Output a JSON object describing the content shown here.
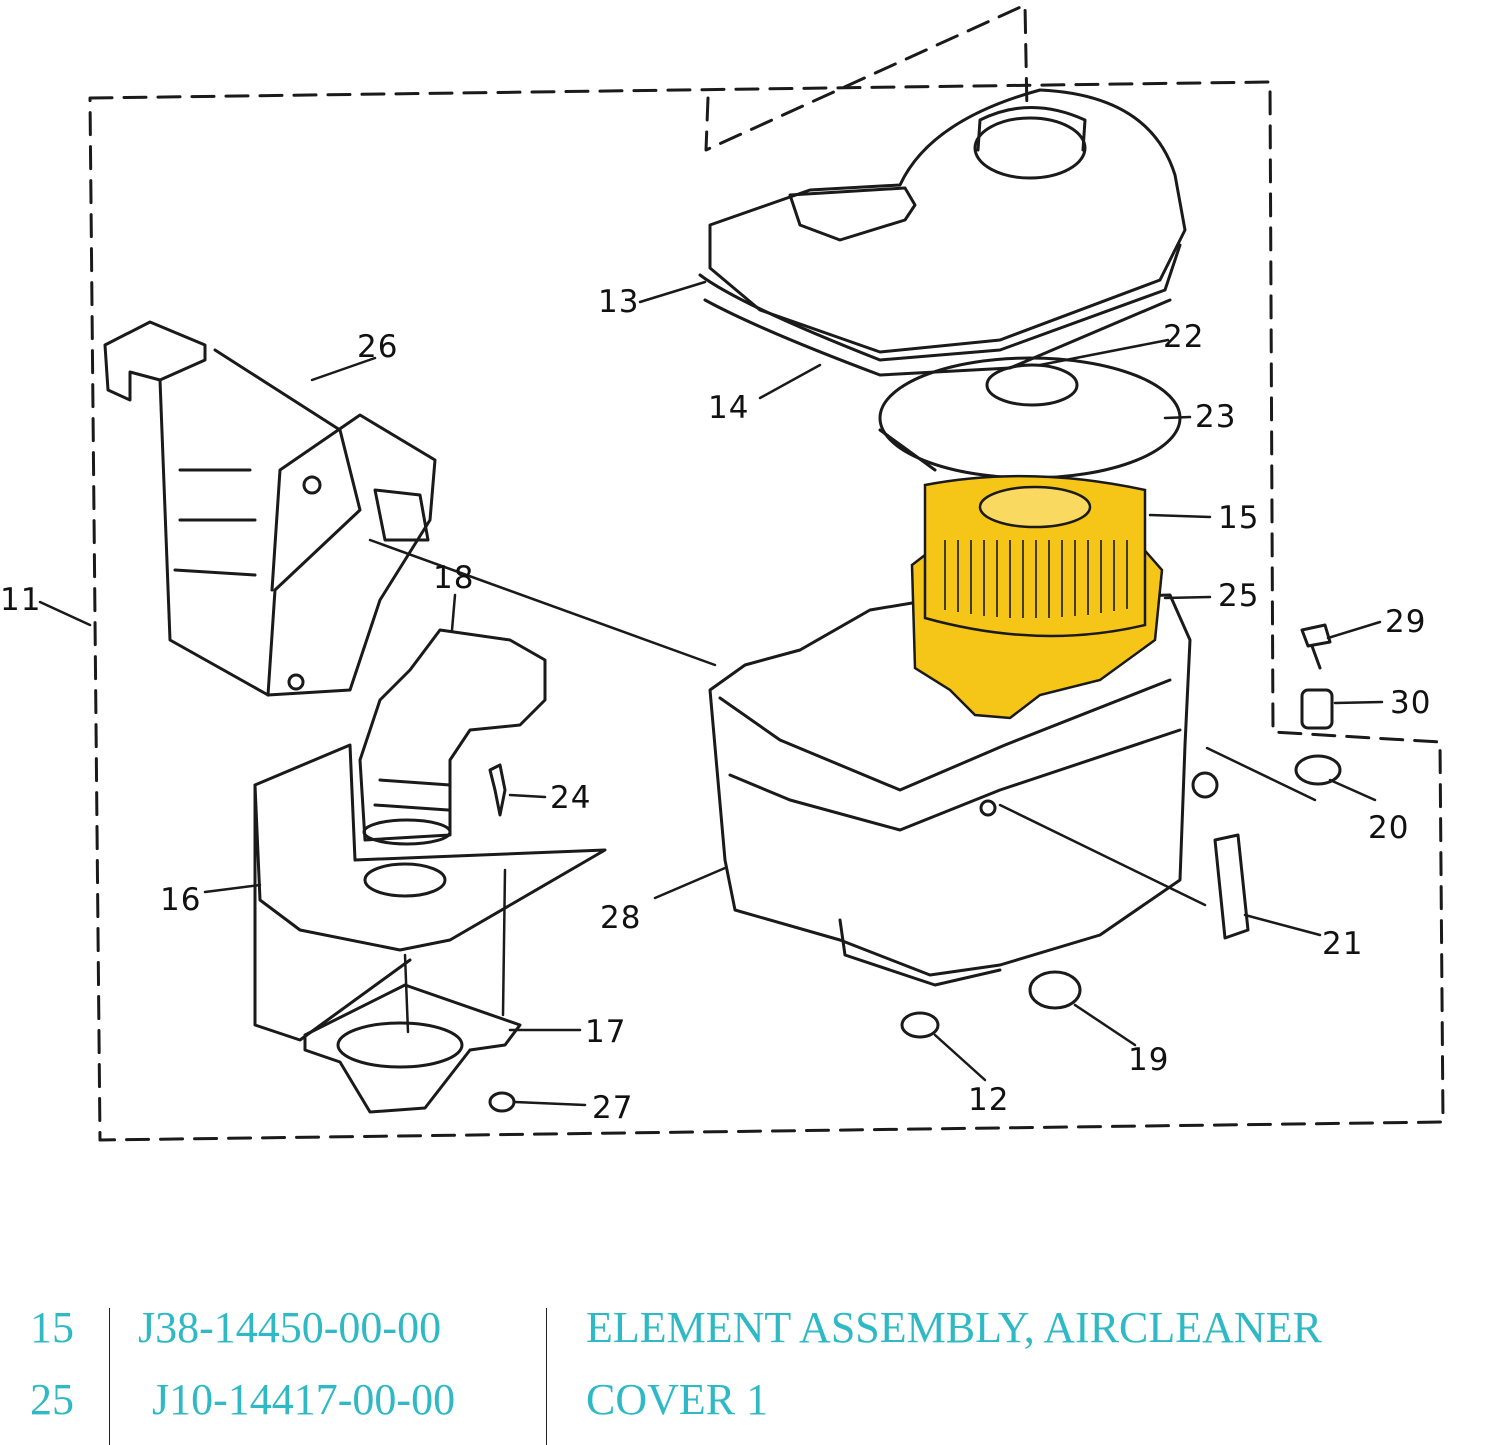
{
  "diagram": {
    "callouts": [
      "11",
      "12",
      "13",
      "14",
      "15",
      "16",
      "17",
      "18",
      "19",
      "20",
      "21",
      "22",
      "23",
      "24",
      "25",
      "26",
      "27",
      "28",
      "29",
      "30"
    ],
    "highlight_color": "#f5c518"
  },
  "parts": [
    {
      "ref": "15",
      "part_number": "J38-14450-00-00",
      "description": "ELEMENT ASSEMBLY, AIRCLEANER"
    },
    {
      "ref": "25",
      "part_number": "J10-14417-00-00",
      "description": "COVER 1"
    }
  ],
  "colors": {
    "table_text": "#2fb9c4"
  }
}
